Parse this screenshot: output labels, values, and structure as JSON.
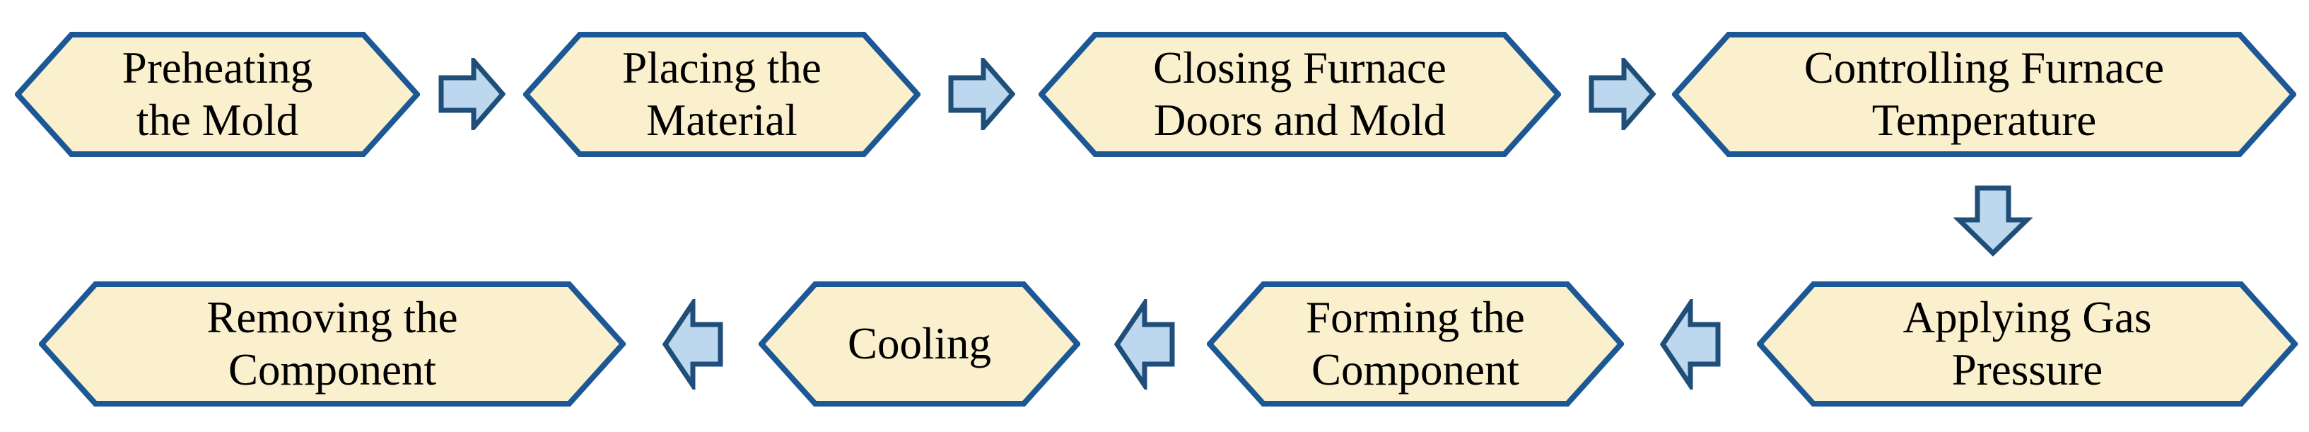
{
  "diagram_type": "process-flow",
  "colors": {
    "node_fill": "#FAF0CD",
    "node_border": "#1C5796",
    "arrow_fill": "#BDD7EE",
    "arrow_border": "#1F4E79",
    "text_color": "#000000",
    "bg_color": "#FFFFFF"
  },
  "steps": [
    {
      "label": "Preheating\nthe Mold"
    },
    {
      "label": "Placing the\nMaterial"
    },
    {
      "label": "Closing Furnace\nDoors and Mold"
    },
    {
      "label": "Controlling Furnace\nTemperature"
    },
    {
      "label": "Applying Gas\nPressure"
    },
    {
      "label": "Forming the\nComponent"
    },
    {
      "label": "Cooling"
    },
    {
      "label": "Removing the\nComponent"
    }
  ],
  "connectors": [
    {
      "icon": "right-arrow-icon",
      "direction": "right"
    },
    {
      "icon": "right-arrow-icon",
      "direction": "right"
    },
    {
      "icon": "right-arrow-icon",
      "direction": "right"
    },
    {
      "icon": "down-arrow-icon",
      "direction": "down"
    },
    {
      "icon": "left-arrow-icon",
      "direction": "left"
    },
    {
      "icon": "left-arrow-icon",
      "direction": "left"
    },
    {
      "icon": "left-arrow-icon",
      "direction": "left"
    }
  ]
}
